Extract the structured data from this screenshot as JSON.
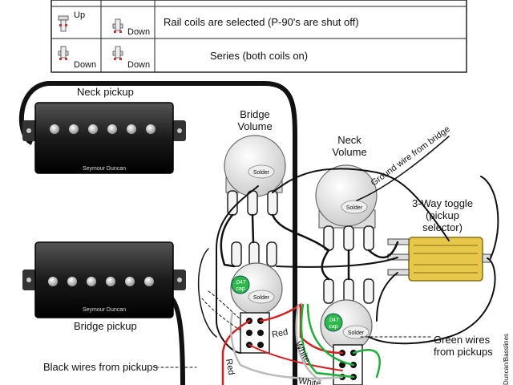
{
  "table": {
    "rows": [
      {
        "left_switch": "Up",
        "right_switch": "Down",
        "description": "Rail coils are selected (P-90's are shut off)"
      },
      {
        "left_switch": "Down",
        "right_switch": "Down",
        "description": "Series (both coils on)"
      }
    ]
  },
  "pickups": {
    "neck_label": "Neck pickup",
    "bridge_label": "Bridge pickup",
    "brand": "Seymour Duncan"
  },
  "pots": {
    "bridge_volume_line1": "Bridge",
    "bridge_volume_line2": "Volume",
    "neck_volume_line1": "Neck",
    "neck_volume_line2": "Volume",
    "solder": "Solder",
    "cap_value": ".047",
    "cap_unit": "cap"
  },
  "toggle": {
    "line1": "3-Way toggle",
    "line2": "(pickup",
    "line3": "selector)"
  },
  "wires": {
    "ground_from_bridge": "Ground wire from bridge",
    "red": "Red",
    "white": "White",
    "green_line1": "Green wires",
    "green_line2": "from pickups",
    "black_from_pickups": "Black wires from pickups"
  },
  "credit": "Duncan/Basslines",
  "colors": {
    "wire_black": "#111111",
    "wire_red": "#d42020",
    "wire_green": "#1fae3a",
    "cap_green": "#2eb84a",
    "toggle_gold": "#e8c84a"
  }
}
